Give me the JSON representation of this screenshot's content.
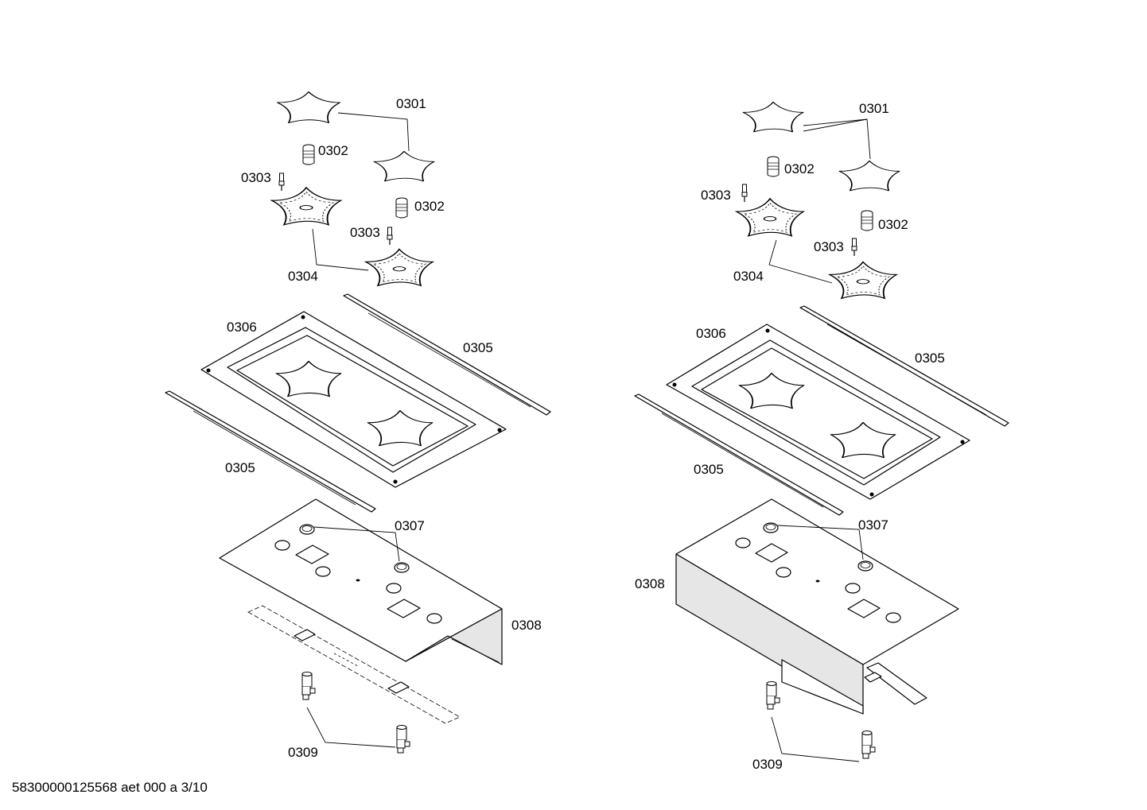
{
  "document_id": "58300000125568 aet 000 a 3/10",
  "left_assembly": {
    "labels": {
      "l0301": "0301",
      "l0302a": "0302",
      "l0302b": "0302",
      "l0303a": "0303",
      "l0303b": "0303",
      "l0304": "0304",
      "l0305a": "0305",
      "l0305b": "0305",
      "l0306": "0306",
      "l0307": "0307",
      "l0308": "0308",
      "l0309": "0309"
    }
  },
  "right_assembly": {
    "labels": {
      "l0301": "0301",
      "l0302a": "0302",
      "l0302b": "0302",
      "l0303a": "0303",
      "l0303b": "0303",
      "l0304": "0304",
      "l0305a": "0305",
      "l0305b": "0305",
      "l0306": "0306",
      "l0307": "0307",
      "l0308": "0308",
      "l0309": "0309"
    }
  }
}
